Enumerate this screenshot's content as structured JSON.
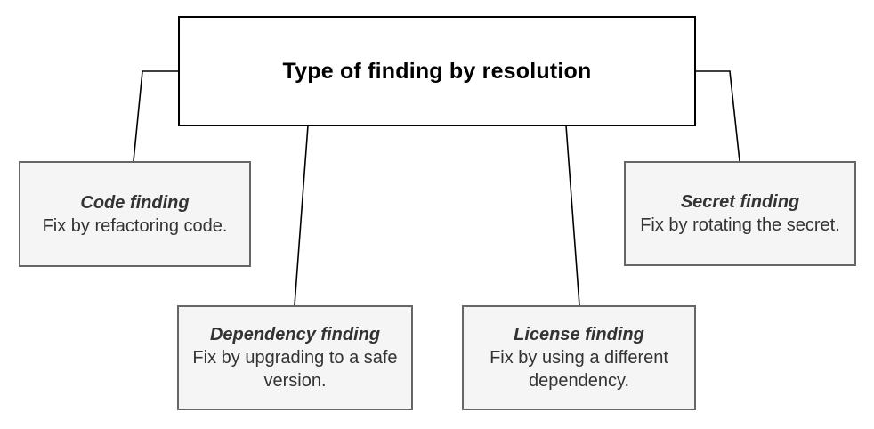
{
  "diagram": {
    "root": {
      "title": "Type of finding by resolution"
    },
    "nodes": [
      {
        "id": "code",
        "title": "Code finding",
        "description": "Fix by refactoring code."
      },
      {
        "id": "dependency",
        "title": "Dependency finding",
        "description": "Fix by upgrading to a safe version."
      },
      {
        "id": "license",
        "title": "License finding",
        "description": "Fix by using a different dependency."
      },
      {
        "id": "secret",
        "title": "Secret finding",
        "description": "Fix by rotating the secret."
      }
    ],
    "colors": {
      "root_fill": "#ffffff",
      "root_border": "#000000",
      "node_fill": "#f5f5f5",
      "node_border": "#666666",
      "node_text": "#333333",
      "connector": "#000000"
    }
  }
}
